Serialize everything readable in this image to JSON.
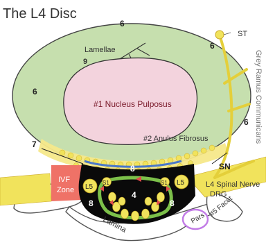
{
  "title": "The L4 Disc",
  "labels": {
    "lamellae": "Lamellae",
    "lamellae_num": "9",
    "nucleus": "#1 Nucleus Pulposus",
    "anulus": "#2 Anulus Fibrosus",
    "st": "ST",
    "sn": "SN",
    "grey_ramus": "Grey Ramus Communicans",
    "six": "6",
    "seven": "7",
    "eight": "8",
    "four": "4",
    "ivf_line1": "IVF",
    "ivf_line2": "Zone",
    "l5": "L5",
    "s1": "S1",
    "spinal_nerve": "L4 Spinal Nerve",
    "drg": "DRG",
    "facet": "#5 Facet",
    "pars": "Pars",
    "lamina": "Lamina"
  },
  "colors": {
    "disc_green": "#c6dfae",
    "nucleus_pink": "#f3d3dd",
    "yellow": "#f1e35c",
    "ivf_red": "#ef7267",
    "canal_black": "#0a0a0a",
    "root_green": "#7cc04a",
    "purple": "#c27ce6",
    "bone_outline": "#555555",
    "text_dark": "#333333",
    "text_maroon": "#7a1a2a"
  }
}
